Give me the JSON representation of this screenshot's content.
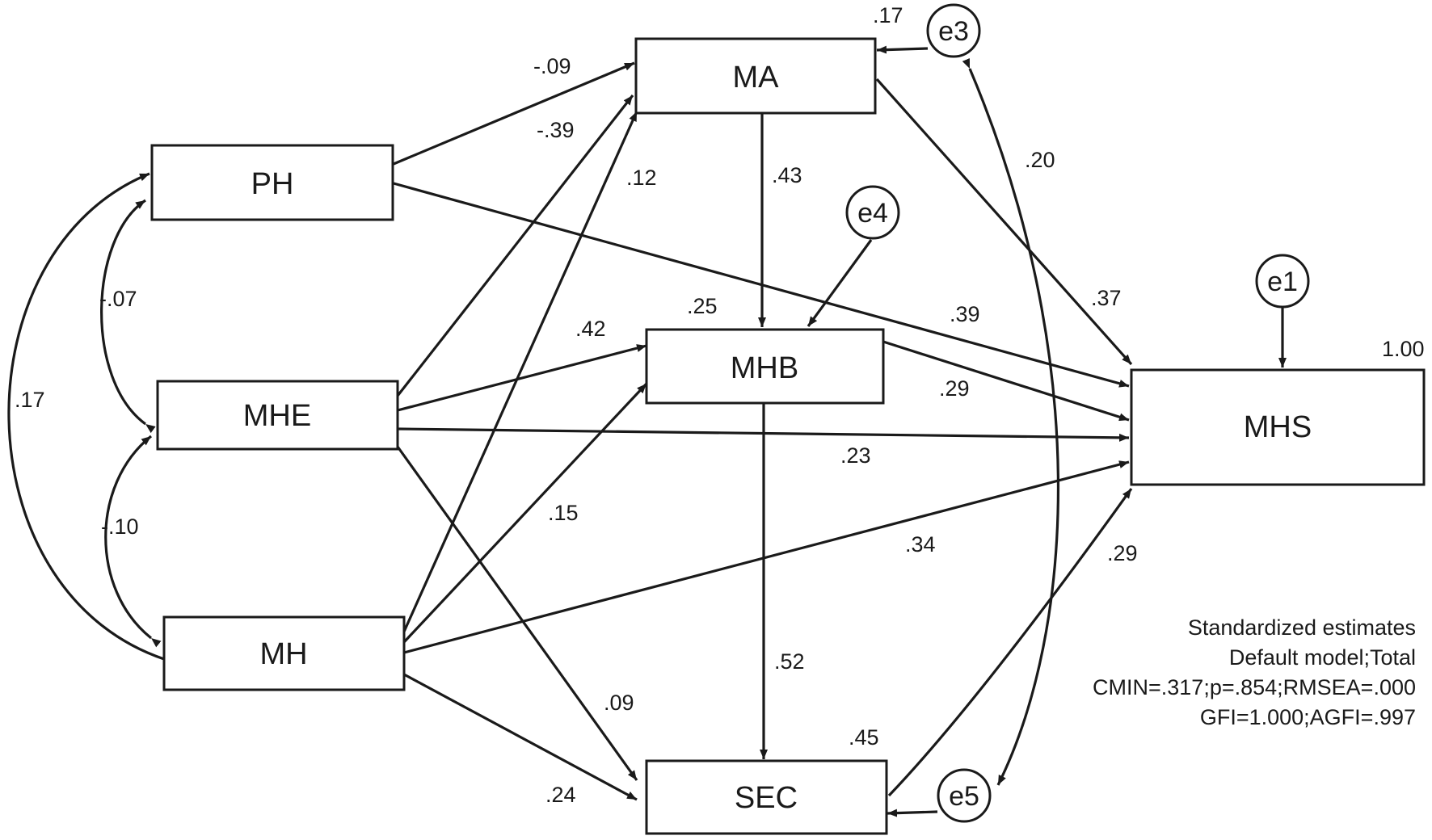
{
  "nodes": {
    "PH": "PH",
    "MHE": "MHE",
    "MH": "MH",
    "MA": "MA",
    "MHB": "MHB",
    "SEC": "SEC",
    "MHS": "MHS"
  },
  "errors": {
    "e1": "e1",
    "e3": "e3",
    "e4": "e4",
    "e5": "e5"
  },
  "r_squared": {
    "MA": ".17",
    "MHB": ".25",
    "SEC": ".45",
    "MHS": "1.00"
  },
  "paths": {
    "PH_MA": "-.09",
    "MHE_MA": "-.39",
    "MH_MA": ".12",
    "MA_MHB": ".43",
    "MA_MHS": ".37",
    "PH_MHS": ".39",
    "MHE_MHB": ".42",
    "MHB_MHS": ".29",
    "MHE_MHS": ".23",
    "MH_MHB": ".15",
    "MH_MHS": ".34",
    "SEC_MHS": ".29",
    "MHB_SEC": ".52",
    "MHE_SEC": ".09",
    "MH_SEC": ".24"
  },
  "correlations": {
    "PH_MHE": "-.07",
    "MHE_MH": "-.10",
    "PH_MH": ".17",
    "e3_e5": ".20"
  },
  "stats": {
    "line1": "Standardized estimates",
    "line2": "Default model;Total",
    "line3": "CMIN=.317;p=.854;RMSEA=.000",
    "line4": "GFI=1.000;AGFI=.997"
  }
}
